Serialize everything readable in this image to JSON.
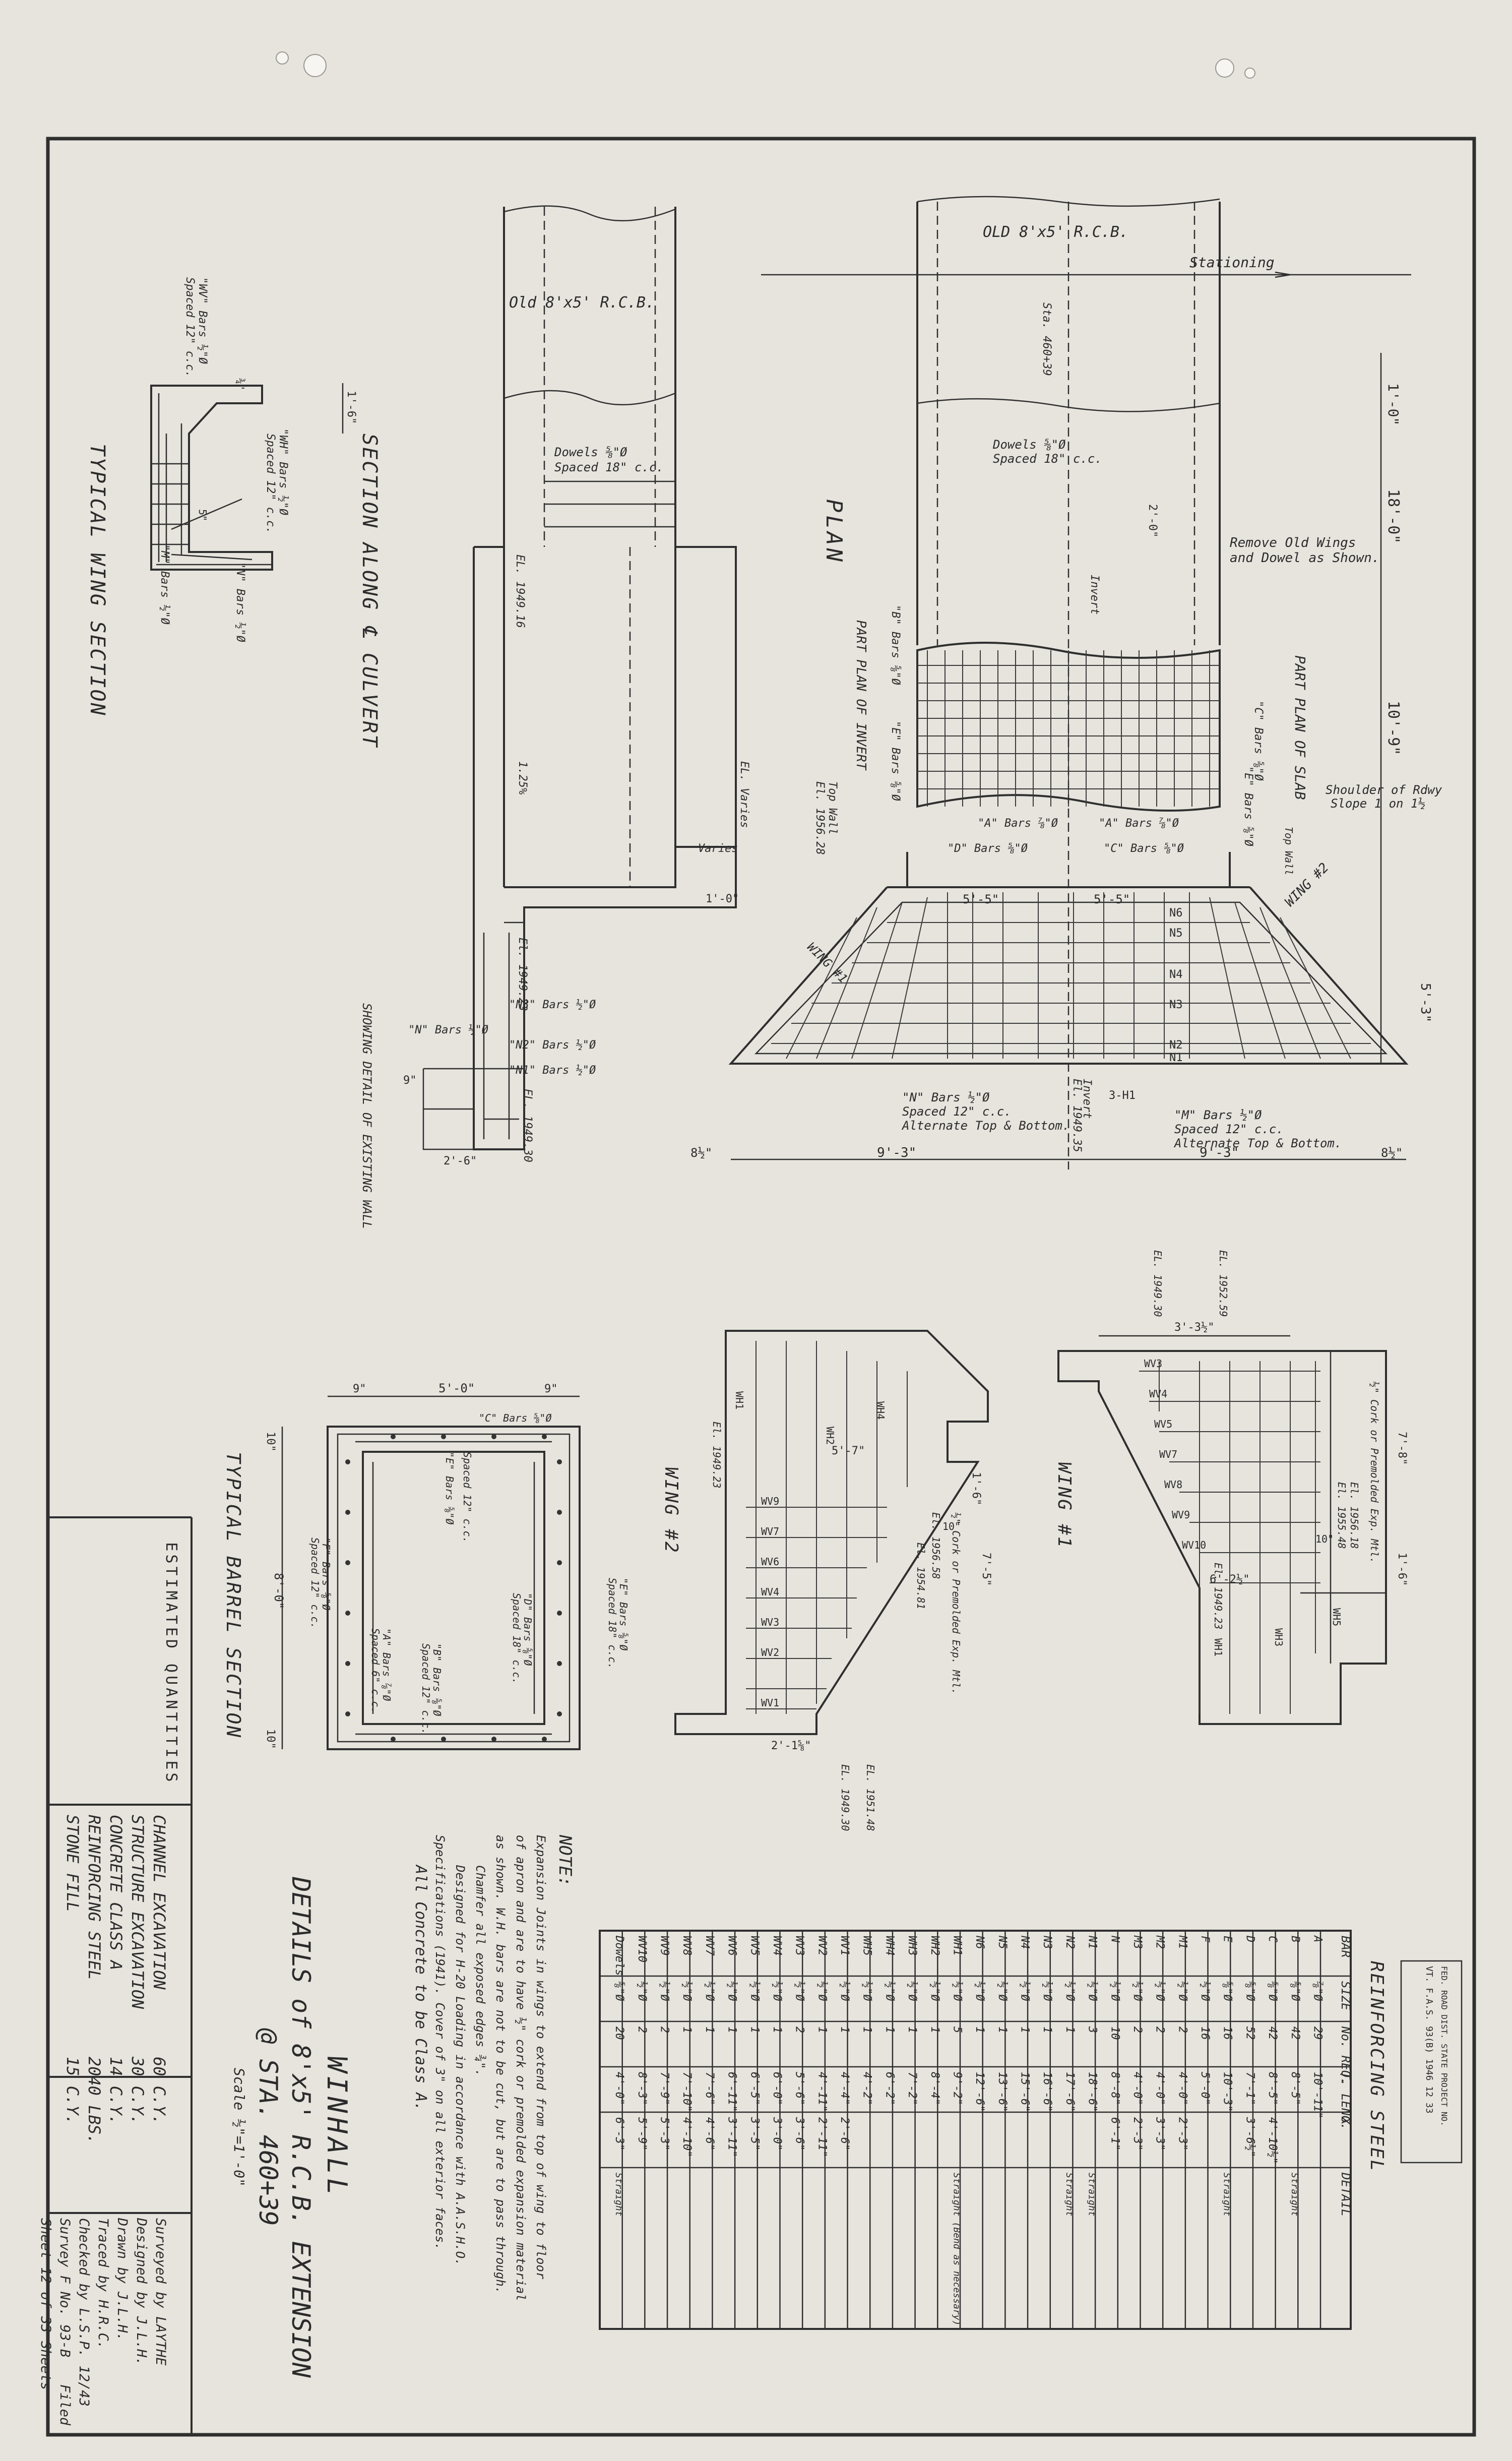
{
  "title_block": {
    "project": "WINHALL",
    "line2": "DETAILS of 8'x5' R.C.B. EXTENSION",
    "line3": "@ STA. 460+39",
    "scale": "Scale ½\"=1'-0\""
  },
  "estimated_quantities": {
    "heading": "ESTIMATED QUANTITIES",
    "rows": [
      {
        "item": "CHANNEL EXCAVATION",
        "qty": "60 C.Y."
      },
      {
        "item": "STRUCTURE EXCAVATION",
        "qty": "30 C.Y."
      },
      {
        "item": "CONCRETE CLASS A",
        "qty": "14 C.Y."
      },
      {
        "item": "REINFORCING STEEL",
        "qty": "2040 LBS."
      },
      {
        "item": "STONE FILL",
        "qty": "15 C.Y."
      }
    ]
  },
  "credits": {
    "surveyed": "Surveyed by LAYTHE",
    "designed": "Designed by J.L.H.",
    "drawn": "Drawn by J.L.H.",
    "traced": "Traced by H.R.C.",
    "checked": "Checked by L.S.P. 12/43",
    "survey_no": "Survey F  No. 93-B",
    "sheet": "Sheet 12 of 33 Sheets",
    "filed": "Filed"
  },
  "notes": {
    "heading": "NOTE:",
    "lines": [
      "Expansion Joints in wings to extend from top of wing to floor",
      "of apron and are to have ½\" cork or premolded expansion material",
      "as shown. W.H. bars are not to be cut, but are to pass through.",
      "Chamfer all exposed edges ¾\".",
      "Designed for H-20 Loading in accordance with A.A.S.H.O.",
      "Specifications (1941). Cover of 3\" on all exterior faces.",
      "All Concrete to be Class A."
    ]
  },
  "views": {
    "plan": "PLAN",
    "section": "SECTION ALONG ℄ CULVERT",
    "wing_section": "TYPICAL WING SECTION",
    "barrel_section": "TYPICAL BARREL SECTION",
    "wing1": "WING #1",
    "wing2": "WING #2",
    "part_plan_slab": "PART PLAN OF SLAB",
    "part_plan_invert": "PART PLAN OF INVERT",
    "existing_wall": "SHOWING DETAIL OF EXISTING WALL"
  },
  "plan_labels": {
    "old_rcb": "OLD 8'x5' R.C.B.",
    "stationing": "Stationing",
    "remove_wings": "Remove Old Wings",
    "dowel_as_shown": "and Dowel as Shown.",
    "shoulder": "Shoulder of Rdwy",
    "slope": "Slope 1 on 1½",
    "dowels": "Dowels ⅝\"Ø",
    "dowels_spacing": "Spaced 18\" c.c.",
    "n_bars": "\"N\" Bars ½\"Ø",
    "n_spacing": "Spaced 12\" c.c.",
    "alternate": "Alternate Top & Bottom.",
    "m_bars": "\"M\" Bars ½\"Ø",
    "a_bars": "\"A\" Bars ⅞\"Ø",
    "d_bars": "\"D\" Bars ⅝\"Ø",
    "c_bars": "\"C\" Bars ⅝\"Ø",
    "e_bars": "\"E\" Bars ⅝\"Ø",
    "b_bars": "\"B\" Bars ⅝\"Ø",
    "wing_no1": "WING #1",
    "wing_no2": "WING #2",
    "invert": "Invert",
    "top_wall": "Top Wall",
    "el_invert": "El. 1949.35",
    "el_top_wall": "El. 1956.28",
    "dim_1_0": "1'-0\"",
    "dim_18_0": "18'-0\"",
    "dim_10_9": "10'-9\"",
    "dim_5_3": "5'-3\"",
    "dim_9_3": "9'-3\"",
    "dim_8_half": "8½\"",
    "dim_5_5": "5'-5\"",
    "dim_2_0": "2'-0\"",
    "station": "Sta. 460+39",
    "n_marks": [
      "N1",
      "N2",
      "N3",
      "N4",
      "N5",
      "N6"
    ],
    "h_mark": "3-H1"
  },
  "section_labels": {
    "old_rcb": "Old 8'x5' R.C.B.",
    "dowels": "Dowels ⅝\"Ø",
    "dowels_spacing": "Spaced 18\" c.c.",
    "el_varies": "EL. Varies",
    "varies": "Varies",
    "grade": "1.25%",
    "el_1949_16": "EL. 1949.16",
    "el_1949_23": "El. 1949.23",
    "el_1949_30": "EL. 1949.30",
    "n1_bars": "\"N1\" Bars ½\"Ø",
    "n2_bars": "\"N2\" Bars ½\"Ø",
    "n3_bars": "\"N3\" Bars ½\"Ø",
    "n_bars": "\"N\" Bars ½\"Ø",
    "dim_2_6": "2'-6\"",
    "dim_1_0": "1'-0\"",
    "dim_9": "9\""
  },
  "wing_section_labels": {
    "wv_bars": "\"WV\" Bars ½\"Ø",
    "wv_spacing": "Spaced 12\" c.c.",
    "wh_bars": "\"WH\" Bars ½\"Ø",
    "wh_spacing": "Spaced 12\" c.c.",
    "m_bars": "\"M\" Bars ½\"Ø",
    "n_bars": "\"N\" Bars ½\"Ø",
    "dim_1_6": "1'-6\"",
    "dim_3_4": "¾\"",
    "dim_5": "5\""
  },
  "barrel_labels": {
    "dim_9": "9\"",
    "dim_5_0": "5'-0\"",
    "dim_8_0": "8'-0\"",
    "dim_10": "10\"",
    "c_bars": "\"C\" Bars ⅝\"Ø",
    "c_spacing": "Spaced 12\" c.c.",
    "e_bars": "\"E\" Bars ⅝\"Ø",
    "e_spacing": "Spaced 18\" c.c.",
    "b_bars": "\"B\" Bars ⅝\"Ø",
    "b_spacing": "Spaced 12\" c.c.",
    "a_bars": "\"A\" Bars ⅞\"Ø",
    "a_spacing": "Spaced 6\" c.c.",
    "d_bars": "\"D\" Bars ⅝\"Ø",
    "d_spacing": "Spaced 18\" c.c.",
    "f_bars": "\"F\" Bars ⅝\"Ø",
    "f_spacing": "Spaced 12\" c.c."
  },
  "wing_labels": {
    "wv_marks": [
      "WV1",
      "WV2",
      "WV3",
      "WV4",
      "WV5",
      "WV6",
      "WV7",
      "WV8",
      "WV9",
      "WV10"
    ],
    "wh_marks": [
      "WH1",
      "WH2",
      "WH3",
      "WH4",
      "WH5"
    ],
    "el_1949_30": "EL. 1949.30",
    "el_1952_59": "EL. 1952.59",
    "el_1956_18": "El. 1956.18",
    "el_1955_48": "El. 1955.48",
    "el_1949_23": "El. 1949.23",
    "el_1956_58": "El. 1956.58",
    "el_1954_81": "El. 1954.81",
    "el_1951_48": "EL. 1951.48",
    "cork": "½\" Cork or Premolded Exp. Mtl.",
    "dim_3_3": "3'-3½\"",
    "dim_7_8": "7'-8\"",
    "dim_6_2": "6'-2½\"",
    "dim_1_6": "1'-6\"",
    "dim_5_7": "5'-7\"",
    "dim_7_5": "7'-5\"",
    "dim_2_1": "2'-1⅝\"",
    "dim_10": "10\""
  },
  "reinforcing_steel": {
    "heading": "REINFORCING STEEL",
    "columns": [
      "BAR",
      "SIZE",
      "No. REQ.",
      "T. LENG.",
      "X",
      "DETAIL"
    ],
    "rows": [
      [
        "A",
        "⅞\"Ø",
        "29",
        "10'-11\"",
        "",
        ""
      ],
      [
        "B",
        "⅝\"Ø",
        "42",
        "8'-5\"",
        "",
        "Straight"
      ],
      [
        "C",
        "⅝\"Ø",
        "42",
        "8'-5\"",
        "4'-10½\"",
        ""
      ],
      [
        "D",
        "⅝\"Ø",
        "52",
        "7'-1\"",
        "3'-6½\"",
        ""
      ],
      [
        "E",
        "⅝\"Ø",
        "16",
        "10'-3\"",
        "",
        "Straight"
      ],
      [
        "F",
        "½\"Ø",
        "16",
        "5'-0\"",
        "",
        ""
      ],
      [
        "M1",
        "½\"Ø",
        "2",
        "4'-0\"",
        "2'-3\"",
        ""
      ],
      [
        "M2",
        "½\"Ø",
        "2",
        "4'-0\"",
        "3'-3\"",
        ""
      ],
      [
        "M3",
        "½\"Ø",
        "2",
        "4'-0\"",
        "2'-3\"",
        ""
      ],
      [
        "N",
        "½\"Ø",
        "10",
        "8'-8\"",
        "6'-1\"",
        ""
      ],
      [
        "N1",
        "½\"Ø",
        "3",
        "18'-6\"",
        "",
        "Straight"
      ],
      [
        "N2",
        "½\"Ø",
        "1",
        "17'-6\"",
        "",
        "Straight"
      ],
      [
        "N3",
        "½\"Ø",
        "1",
        "16'-6\"",
        "",
        ""
      ],
      [
        "N4",
        "½\"Ø",
        "1",
        "15'-6\"",
        "",
        ""
      ],
      [
        "N5",
        "½\"Ø",
        "1",
        "13'-6\"",
        "",
        ""
      ],
      [
        "N6",
        "½\"Ø",
        "1",
        "12'-6\"",
        "",
        ""
      ],
      [
        "WH1",
        "½\"Ø",
        "5",
        "9'-2\"",
        "",
        "Straight (Bend as necessary)"
      ],
      [
        "WH2",
        "½\"Ø",
        "1",
        "8'-4\"",
        "",
        ""
      ],
      [
        "WH3",
        "½\"Ø",
        "1",
        "7'-2\"",
        "",
        ""
      ],
      [
        "WH4",
        "½\"Ø",
        "1",
        "6'-2\"",
        "",
        ""
      ],
      [
        "WH5",
        "½\"Ø",
        "1",
        "4'-2\"",
        "",
        ""
      ],
      [
        "WV1",
        "½\"Ø",
        "1",
        "4'-4\"",
        "2'-6\"",
        ""
      ],
      [
        "WV2",
        "½\"Ø",
        "1",
        "4'-11\"",
        "2'-11\"",
        ""
      ],
      [
        "WV3",
        "½\"Ø",
        "2",
        "5'-6\"",
        "3'-6\"",
        ""
      ],
      [
        "WV4",
        "½\"Ø",
        "1",
        "6'-0\"",
        "3'-0\"",
        ""
      ],
      [
        "WV5",
        "½\"Ø",
        "1",
        "6'-5\"",
        "3'-5\"",
        ""
      ],
      [
        "WV6",
        "½\"Ø",
        "1",
        "6'-11\"",
        "3'-11\"",
        ""
      ],
      [
        "WV7",
        "½\"Ø",
        "1",
        "7'-6\"",
        "4'-6\"",
        ""
      ],
      [
        "WV8",
        "½\"Ø",
        "1",
        "7'-10\"",
        "4'-10\"",
        ""
      ],
      [
        "WV9",
        "½\"Ø",
        "2",
        "7'-9\"",
        "5'-3\"",
        ""
      ],
      [
        "WV10",
        "½\"Ø",
        "2",
        "8'-3\"",
        "5'-9\"",
        ""
      ],
      [
        "Dowels",
        "⅝\"Ø",
        "20",
        "4'-0\"",
        "6'-3\"",
        "Straight"
      ]
    ]
  },
  "stamp": {
    "line1": "FED. ROAD DIST. STATE PROJECT NO.",
    "line2": "VT. F.A.S. 93(B) 1946 12 33"
  }
}
